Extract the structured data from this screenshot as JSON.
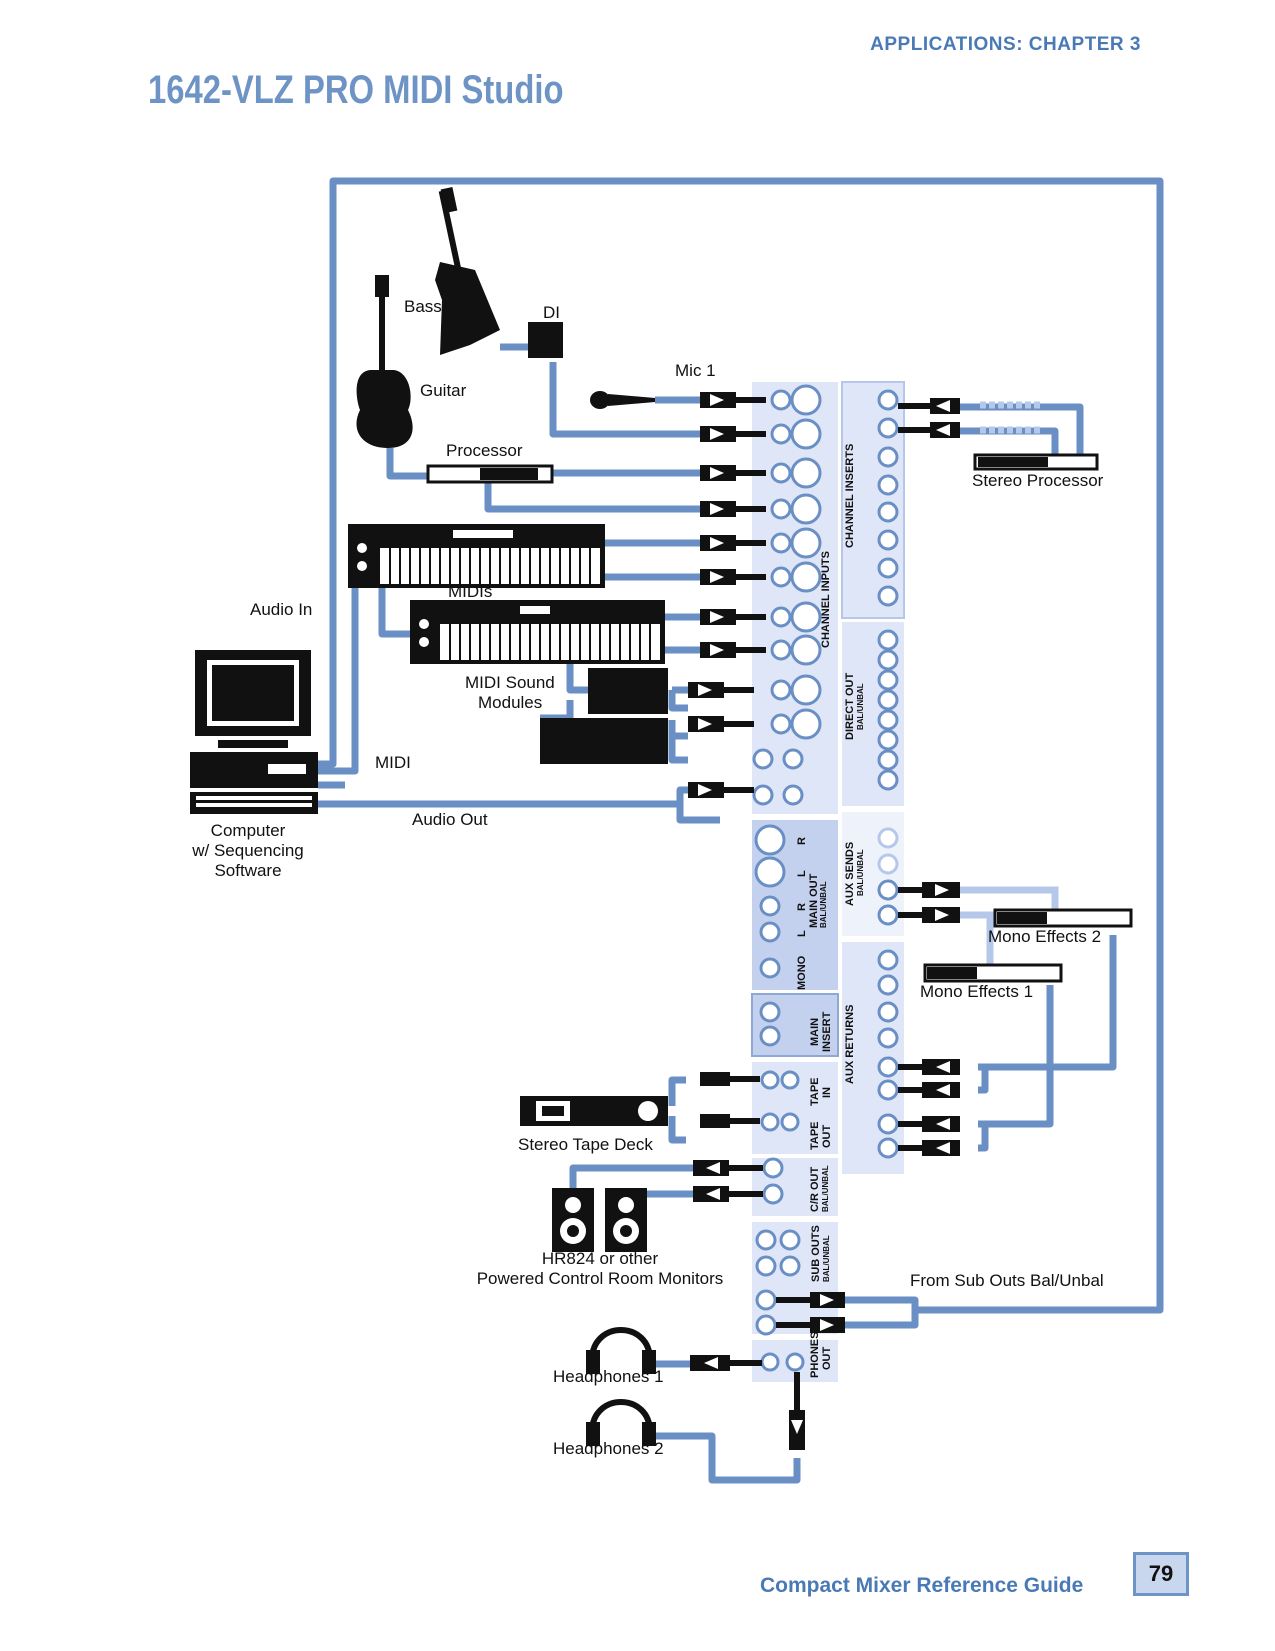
{
  "header": {
    "chapter": "APPLICATIONS: CHAPTER 3"
  },
  "page_title": "1642-VLZ PRO MIDI Studio",
  "labels": {
    "bass": "Bass",
    "di": "DI",
    "mic1": "Mic 1",
    "guitar": "Guitar",
    "processor": "Processor",
    "stereo_processor": "Stereo Processor",
    "audio_in": "Audio In",
    "midis": "MIDIs",
    "midi_sound_modules_1": "MIDI Sound",
    "midi_sound_modules_2": "Modules",
    "midi": "MIDI",
    "audio_out": "Audio Out",
    "computer_1": "Computer",
    "computer_2": "w/ Sequencing",
    "computer_3": "Software",
    "mono_effects_2": "Mono Effects 2",
    "mono_effects_1": "Mono Effects 1",
    "stereo_tape_deck": "Stereo Tape Deck",
    "monitors_1": "HR824 or other",
    "monitors_2": "Powered Control Room Monitors",
    "from_sub_outs": "From Sub Outs Bal/Unbal",
    "headphones_1": "Headphones 1",
    "headphones_2": "Headphones 2"
  },
  "panel_labels": {
    "channel_inserts": "CHANNEL INSERTS",
    "channel_inputs": "CHANNEL INPUTS",
    "direct_out": "DIRECT OUT",
    "bal_unbal": "BAL/UNBAL",
    "aux_sends": "AUX SENDS",
    "aux_returns": "AUX RETURNS",
    "main_out": "MAIN OUT",
    "mono": "MONO",
    "r": "R",
    "l": "L",
    "main": "MAIN",
    "insert": "INSERT",
    "tape": "TAPE",
    "in": "IN",
    "out": "OUT",
    "cr_out": "C/R OUT",
    "sub_outs": "SUB OUTS",
    "phones": "PHONES"
  },
  "colors": {
    "cable": "#6a8fc4",
    "cable_light": "#b6c8ea",
    "panel": "#dfe6f8",
    "panel_dark": "#c4d1ee",
    "accent": "#4a7ab6"
  },
  "footer": {
    "guide_title": "Compact Mixer Reference Guide",
    "page_number": "79"
  }
}
